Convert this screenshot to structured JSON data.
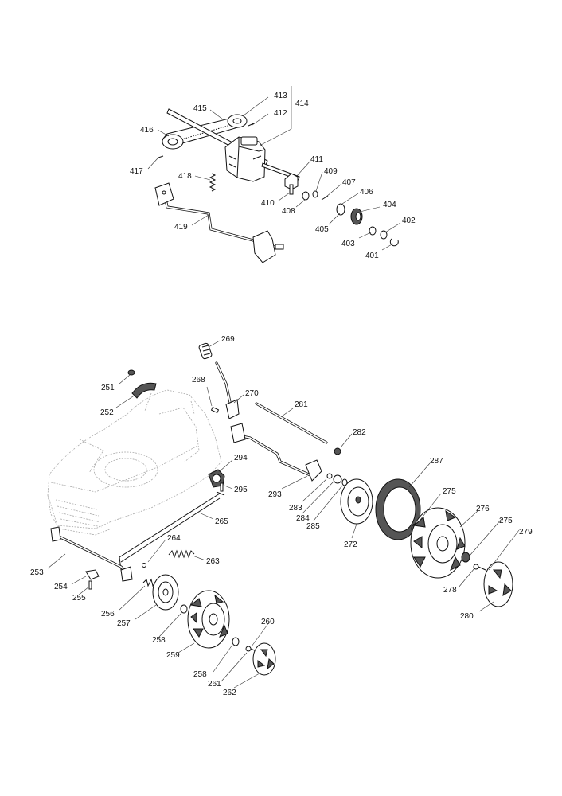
{
  "diagram": {
    "callouts": [
      {
        "id": "c413",
        "label": "413"
      },
      {
        "id": "c414",
        "label": "414"
      },
      {
        "id": "c415",
        "label": "415"
      },
      {
        "id": "c412",
        "label": "412"
      },
      {
        "id": "c416",
        "label": "416"
      },
      {
        "id": "c417",
        "label": "417"
      },
      {
        "id": "c418",
        "label": "418"
      },
      {
        "id": "c411",
        "label": "411"
      },
      {
        "id": "c409",
        "label": "409"
      },
      {
        "id": "c410",
        "label": "410"
      },
      {
        "id": "c407",
        "label": "407"
      },
      {
        "id": "c408",
        "label": "408"
      },
      {
        "id": "c406",
        "label": "406"
      },
      {
        "id": "c404",
        "label": "404"
      },
      {
        "id": "c419",
        "label": "419"
      },
      {
        "id": "c405",
        "label": "405"
      },
      {
        "id": "c402",
        "label": "402"
      },
      {
        "id": "c403",
        "label": "403"
      },
      {
        "id": "c401",
        "label": "401"
      },
      {
        "id": "c269",
        "label": "269"
      },
      {
        "id": "c251",
        "label": "251"
      },
      {
        "id": "c268",
        "label": "268"
      },
      {
        "id": "c270",
        "label": "270"
      },
      {
        "id": "c281",
        "label": "281"
      },
      {
        "id": "c252",
        "label": "252"
      },
      {
        "id": "c282",
        "label": "282"
      },
      {
        "id": "c287",
        "label": "287"
      },
      {
        "id": "c294",
        "label": "294"
      },
      {
        "id": "c275a",
        "label": "275"
      },
      {
        "id": "c293",
        "label": "293"
      },
      {
        "id": "c295",
        "label": "295"
      },
      {
        "id": "c283",
        "label": "283"
      },
      {
        "id": "c276",
        "label": "276"
      },
      {
        "id": "c265",
        "label": "265"
      },
      {
        "id": "c284",
        "label": "284"
      },
      {
        "id": "c275b",
        "label": "275"
      },
      {
        "id": "c285",
        "label": "285"
      },
      {
        "id": "c279",
        "label": "279"
      },
      {
        "id": "c264",
        "label": "264"
      },
      {
        "id": "c272",
        "label": "272"
      },
      {
        "id": "c263",
        "label": "263"
      },
      {
        "id": "c253",
        "label": "253"
      },
      {
        "id": "c254",
        "label": "254"
      },
      {
        "id": "c278",
        "label": "278"
      },
      {
        "id": "c255",
        "label": "255"
      },
      {
        "id": "c256",
        "label": "256"
      },
      {
        "id": "c280",
        "label": "280"
      },
      {
        "id": "c257",
        "label": "257"
      },
      {
        "id": "c260",
        "label": "260"
      },
      {
        "id": "c258a",
        "label": "258"
      },
      {
        "id": "c259",
        "label": "259"
      },
      {
        "id": "c258b",
        "label": "258"
      },
      {
        "id": "c261",
        "label": "261"
      },
      {
        "id": "c262",
        "label": "262"
      }
    ]
  }
}
